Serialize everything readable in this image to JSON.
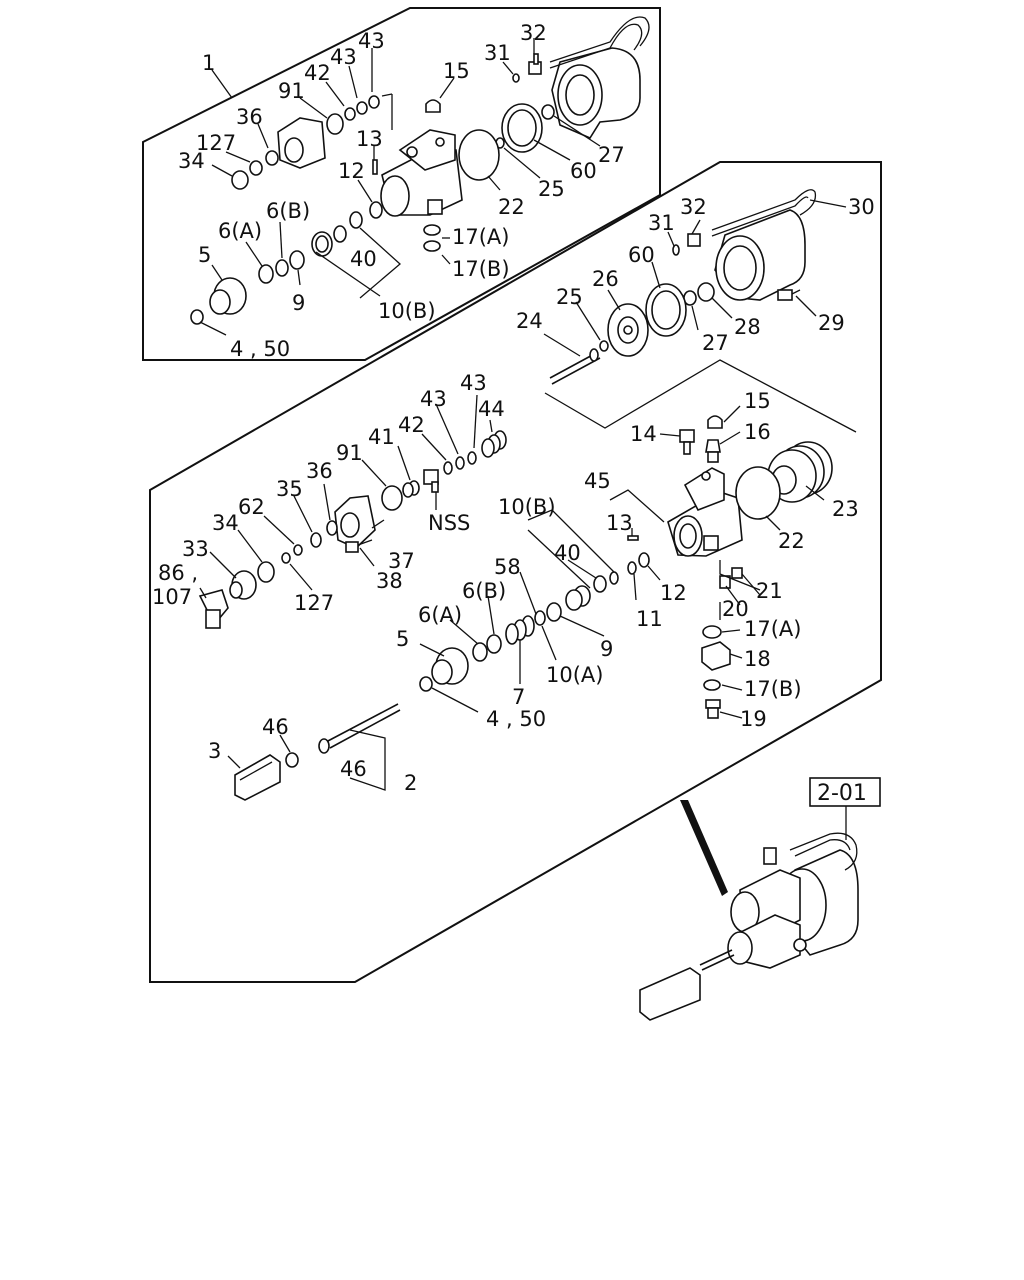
{
  "diagram": {
    "reference_box": "2-01",
    "assembly_A_labels": [
      "1",
      "36",
      "127",
      "34",
      "91",
      "42",
      "43",
      "43",
      "15",
      "31",
      "32",
      "13",
      "12",
      "22",
      "25",
      "60",
      "27",
      "17(A)",
      "17(B)",
      "6(A)",
      "6(B)",
      "5",
      "9",
      "40",
      "10(B)",
      "4,50"
    ],
    "assembly_B_labels": [
      "30",
      "32",
      "31",
      "26",
      "60",
      "25",
      "24",
      "29",
      "28",
      "27",
      "15",
      "14",
      "16",
      "23",
      "22",
      "43",
      "44",
      "42",
      "43",
      "41",
      "91",
      "36",
      "35",
      "62",
      "34",
      "33",
      "86,",
      "107",
      "NSS",
      "37",
      "38",
      "127",
      "45",
      "13",
      "10(B)",
      "40",
      "12",
      "11",
      "58",
      "6(B)",
      "6(A)",
      "9",
      "10(A)",
      "5",
      "7",
      "21",
      "20",
      "17(A)",
      "18",
      "17(B)",
      "19",
      "4,50",
      "46",
      "3",
      "46",
      "2"
    ]
  },
  "labels": {
    "l1": "1",
    "l36a": "36",
    "l127a": "127",
    "l34a": "34",
    "l91a": "91",
    "l42a": "42",
    "l43a1": "43",
    "l43a2": "43",
    "l15a": "15",
    "l31a": "31",
    "l32a": "32",
    "l13a": "13",
    "l12a": "12",
    "l22a": "22",
    "l25a": "25",
    "l60a": "60",
    "l27a": "27",
    "l17Aa": "17(A)",
    "l17Ba": "17(B)",
    "l6Aa": "6(A)",
    "l6Ba": "6(B)",
    "l5a": "5",
    "l9a": "9",
    "l40a": "40",
    "l10Ba": "10(B)",
    "l450a": "4 , 50",
    "l30": "30",
    "l32b": "32",
    "l31b": "31",
    "l26": "26",
    "l60b": "60",
    "l25b": "25",
    "l24": "24",
    "l29": "29",
    "l28": "28",
    "l27b": "27",
    "l15b": "15",
    "l14": "14",
    "l16": "16",
    "l23": "23",
    "l22b": "22",
    "l43b1": "43",
    "l44": "44",
    "l42b": "42",
    "l43b2": "43",
    "l41": "41",
    "l91b": "91",
    "l36b": "36",
    "l35": "35",
    "l62": "62",
    "l34b": "34",
    "l33": "33",
    "l86": "86 ,",
    "l107": "107",
    "lNSS": "NSS",
    "l37": "37",
    "l38": "38",
    "l127b": "127",
    "l45": "45",
    "l13b": "13",
    "l10Bb": "10(B)",
    "l40b": "40",
    "l12b": "12",
    "l11": "11",
    "l58": "58",
    "l6Bb": "6(B)",
    "l6Ab": "6(A)",
    "l9b": "9",
    "l10Ab": "10(A)",
    "l5b": "5",
    "l7": "7",
    "l21": "21",
    "l20": "20",
    "l17Ab": "17(A)",
    "l18": "18",
    "l17Bb": "17(B)",
    "l19": "19",
    "l450b": "4 , 50",
    "l46a": "46",
    "l3": "3",
    "l46b": "46",
    "l2": "2",
    "ref": "2-01"
  }
}
